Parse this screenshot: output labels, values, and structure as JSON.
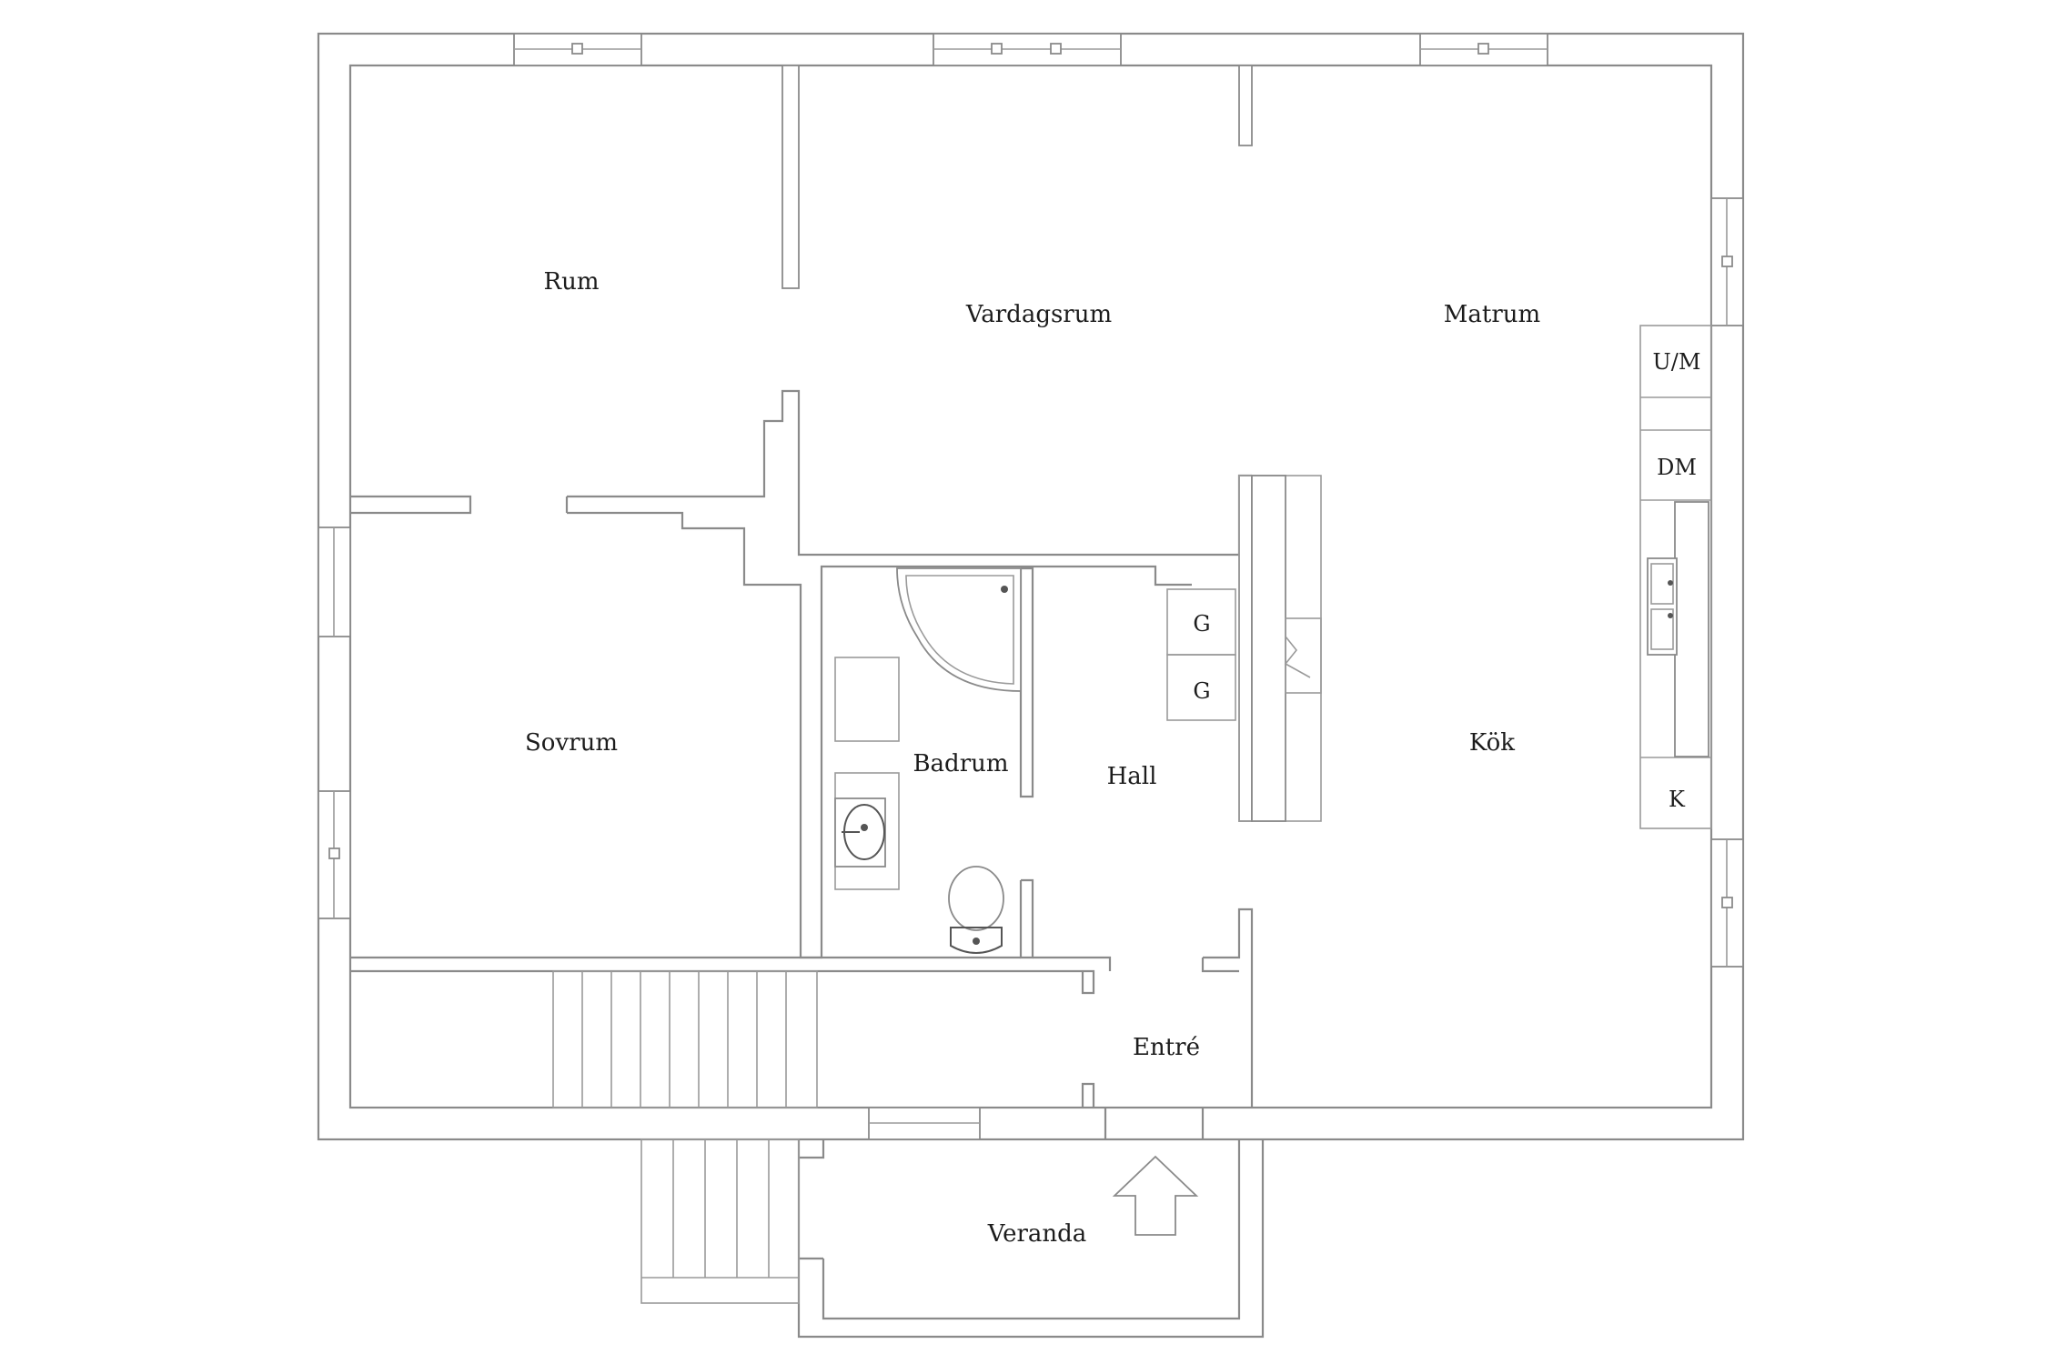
{
  "rooms": {
    "rum": "Rum",
    "vardagsrum": "Vardagsrum",
    "matrum": "Matrum",
    "sovrum": "Sovrum",
    "badrum": "Badrum",
    "hall": "Hall",
    "kok": "Kök",
    "entre": "Entré",
    "veranda": "Veranda"
  },
  "appliances": {
    "um": "U/M",
    "dm": "DM",
    "k": "K",
    "g1": "G",
    "g2": "G"
  }
}
